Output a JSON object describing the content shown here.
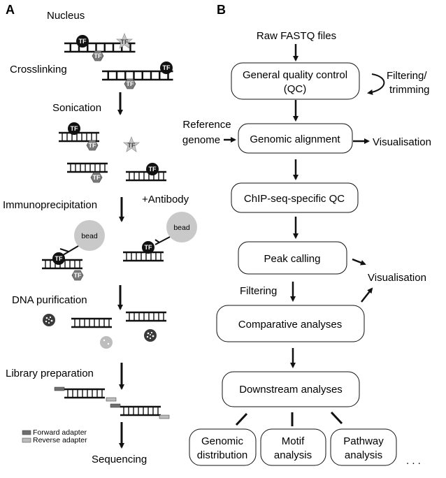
{
  "panel_a": {
    "letter": "A",
    "steps": {
      "nucleus": "Nucleus",
      "crosslinking": "Crosslinking",
      "sonication": "Sonication",
      "immunoprecipitation": "Immunoprecipitation",
      "antibody": "+Antibody",
      "dna_purification": "DNA purification",
      "library_preparation": "Library preparation",
      "sequencing": "Sequencing"
    },
    "tf_label": "TF",
    "bead_label": "bead",
    "legend": {
      "forward": "Forward adapter",
      "reverse": "Reverse adapter",
      "forward_color": "#6f6f6f",
      "reverse_color": "#bdbdbd"
    }
  },
  "panel_b": {
    "letter": "B",
    "input": "Raw FASTQ files",
    "qc": [
      "General quality control",
      "(QC)"
    ],
    "filtering_trimming": [
      "Filtering/",
      "trimming"
    ],
    "reference_genome": [
      "Reference",
      "genome"
    ],
    "alignment": "Genomic alignment",
    "visualisation_1": "Visualisation",
    "chipseq_qc": "ChIP-seq-specific QC",
    "peak_calling": "Peak calling",
    "visualisation_2": "Visualisation",
    "filtering": "Filtering",
    "comparative": "Comparative analyses",
    "downstream": "Downstream analyses",
    "leaves": [
      [
        "Genomic",
        "distribution"
      ],
      [
        "Motif",
        "analysis"
      ],
      [
        "Pathway",
        "analysis"
      ]
    ],
    "ellipsis": ". . ."
  },
  "colors": {
    "tf_dark": "#111111",
    "tf_light_star": "#c8c8c8",
    "hexagon": "#7a7a7a",
    "bead": "#c9c9c9",
    "arrow": "#111111"
  }
}
